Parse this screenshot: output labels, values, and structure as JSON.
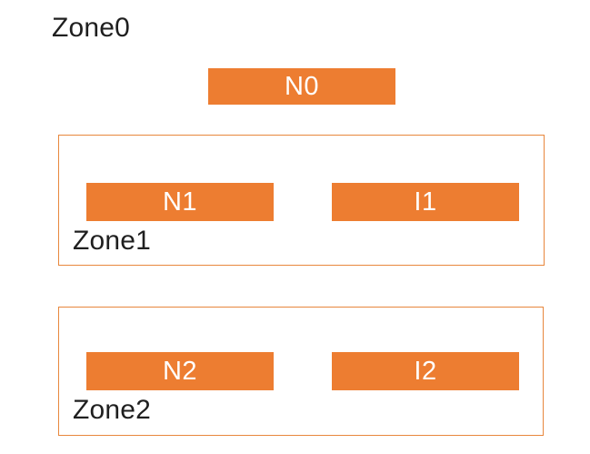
{
  "colors": {
    "background": "#FFFFFF",
    "node_fill": "#ED7D31",
    "zone_border": "#E8873D",
    "node_text": "#FFFFFF",
    "label_text": "#1F1F1F"
  },
  "diagram": {
    "root_zone": {
      "label": "Zone0"
    },
    "root_node": {
      "label": "N0"
    },
    "zones": [
      {
        "label": "Zone1",
        "nodes": [
          {
            "label": "N1"
          },
          {
            "label": "I1"
          }
        ]
      },
      {
        "label": "Zone2",
        "nodes": [
          {
            "label": "N2"
          },
          {
            "label": "I2"
          }
        ]
      }
    ]
  }
}
